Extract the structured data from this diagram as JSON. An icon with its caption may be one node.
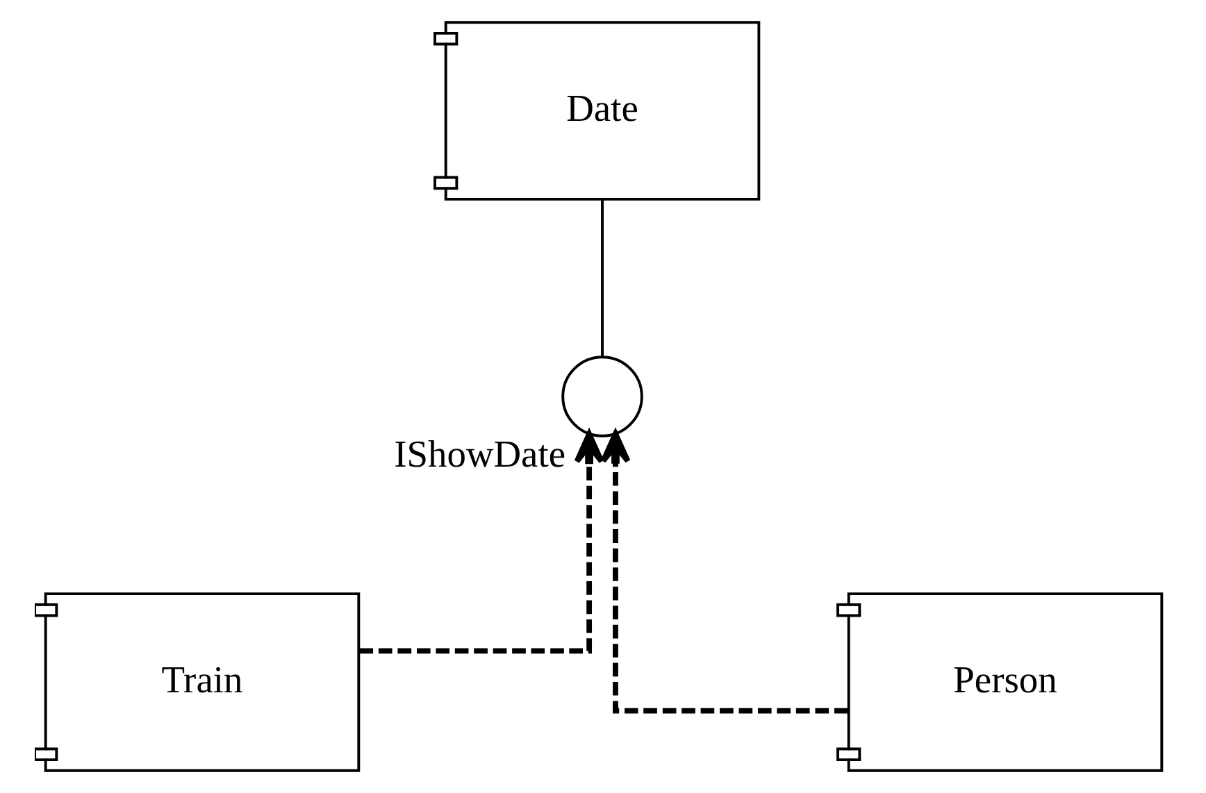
{
  "diagram": {
    "nodes": [
      {
        "text": [
          "Date"
        ]
      },
      {
        "text": [],
        "shape": "circle",
        "beside": [
          "IShowDate"
        ]
      },
      {
        "text": [
          "Train"
        ]
      },
      {
        "text": [
          "Person"
        ]
      }
    ],
    "edges": [
      {
        "from": 1,
        "to": 0,
        "arrow": "none"
      },
      {
        "from": 2,
        "to": 1,
        "arrow": "to",
        "style": "dashed"
      },
      {
        "from": 3,
        "to": 1,
        "arrow": "to",
        "style": "dashed"
      }
    ]
  }
}
